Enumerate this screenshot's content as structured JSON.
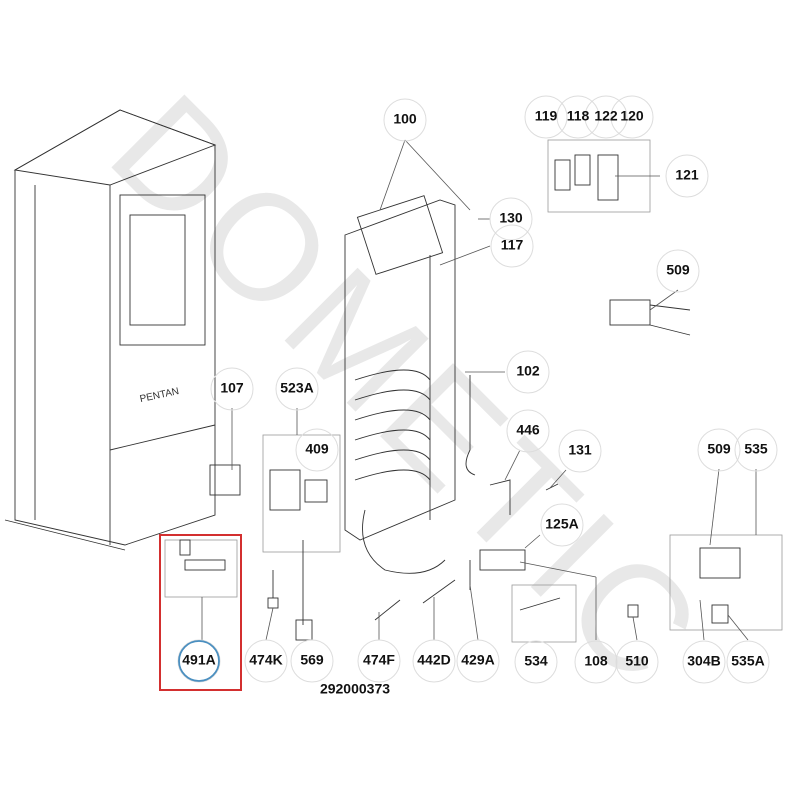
{
  "diagram": {
    "watermark": "DOMETIC",
    "cabinet_text": "PENTAN",
    "drawing_number": "292000373",
    "highlight_color": "#d32f2f",
    "highlight_circle_color": "#4a8fc0",
    "highlighted_part": "491A",
    "parts": [
      "100",
      "119",
      "118",
      "122",
      "120",
      "121",
      "130",
      "117",
      "509",
      "107",
      "523A",
      "409",
      "102",
      "446",
      "131",
      "509",
      "535",
      "125A",
      "491A",
      "474K",
      "569",
      "474F",
      "442D",
      "429A",
      "534",
      "108",
      "510",
      "304B",
      "535A"
    ]
  }
}
